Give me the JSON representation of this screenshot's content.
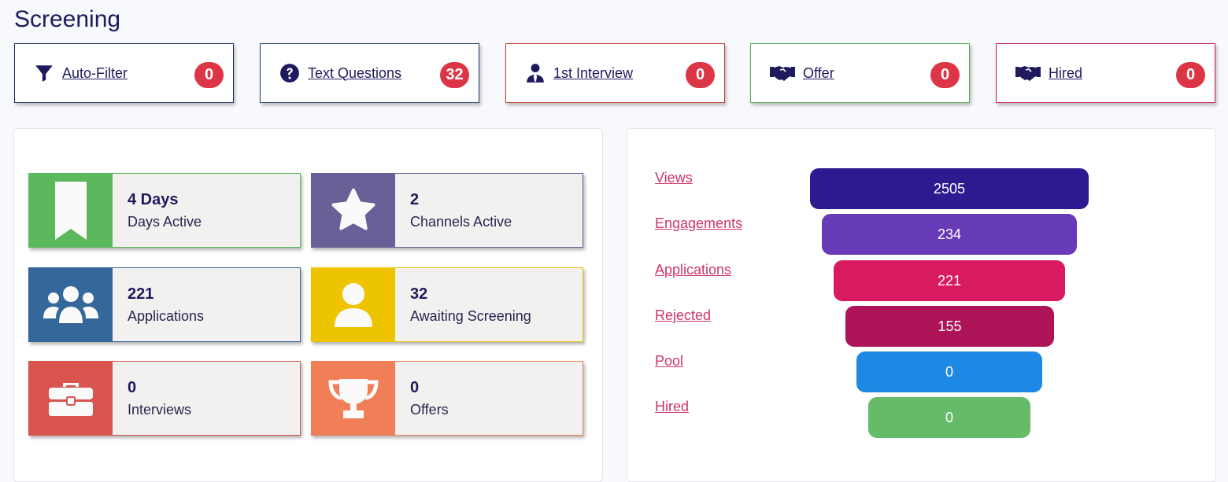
{
  "page": {
    "title": "Screening"
  },
  "stages": [
    {
      "label": "Auto-Filter",
      "count": "0",
      "icon": "filter-icon",
      "border": "#1a2a5a"
    },
    {
      "label": "Text Questions",
      "count": "32",
      "icon": "question-circle-icon",
      "border": "#1f3f66"
    },
    {
      "label": "1st Interview",
      "count": "0",
      "icon": "user-tie-icon",
      "border": "#c0392b"
    },
    {
      "label": "Offer",
      "count": "0",
      "icon": "handshake-icon",
      "border": "#4caf50"
    },
    {
      "label": "Hired",
      "count": "0",
      "icon": "handshake-icon",
      "border": "#c2185b"
    }
  ],
  "stats": [
    {
      "value": "4 Days",
      "caption": "Days Active",
      "icon": "bookmark-icon",
      "color": "#5cb85c"
    },
    {
      "value": "2",
      "caption": "Channels Active",
      "icon": "star-icon",
      "color": "#6a5f97"
    },
    {
      "value": "221",
      "caption": "Applications",
      "icon": "users-icon",
      "color": "#34679a"
    },
    {
      "value": "32",
      "caption": "Awaiting Screening",
      "icon": "user-icon",
      "color": "#eec400"
    },
    {
      "value": "0",
      "caption": "Interviews",
      "icon": "toolbox-icon",
      "color": "#d9534f"
    },
    {
      "value": "0",
      "caption": "Offers",
      "icon": "trophy-icon",
      "color": "#f07f57"
    }
  ],
  "funnel": [
    {
      "label": "Views",
      "value": "2505",
      "color": "#2d1a91"
    },
    {
      "label": "Engagements",
      "value": "234",
      "color": "#673ab7"
    },
    {
      "label": "Applications",
      "value": "221",
      "color": "#d81b60"
    },
    {
      "label": "Rejected",
      "value": "155",
      "color": "#ad1457"
    },
    {
      "label": "Pool",
      "value": "0",
      "color": "#1e88e5"
    },
    {
      "label": "Hired",
      "value": "0",
      "color": "#66bb6a"
    }
  ]
}
